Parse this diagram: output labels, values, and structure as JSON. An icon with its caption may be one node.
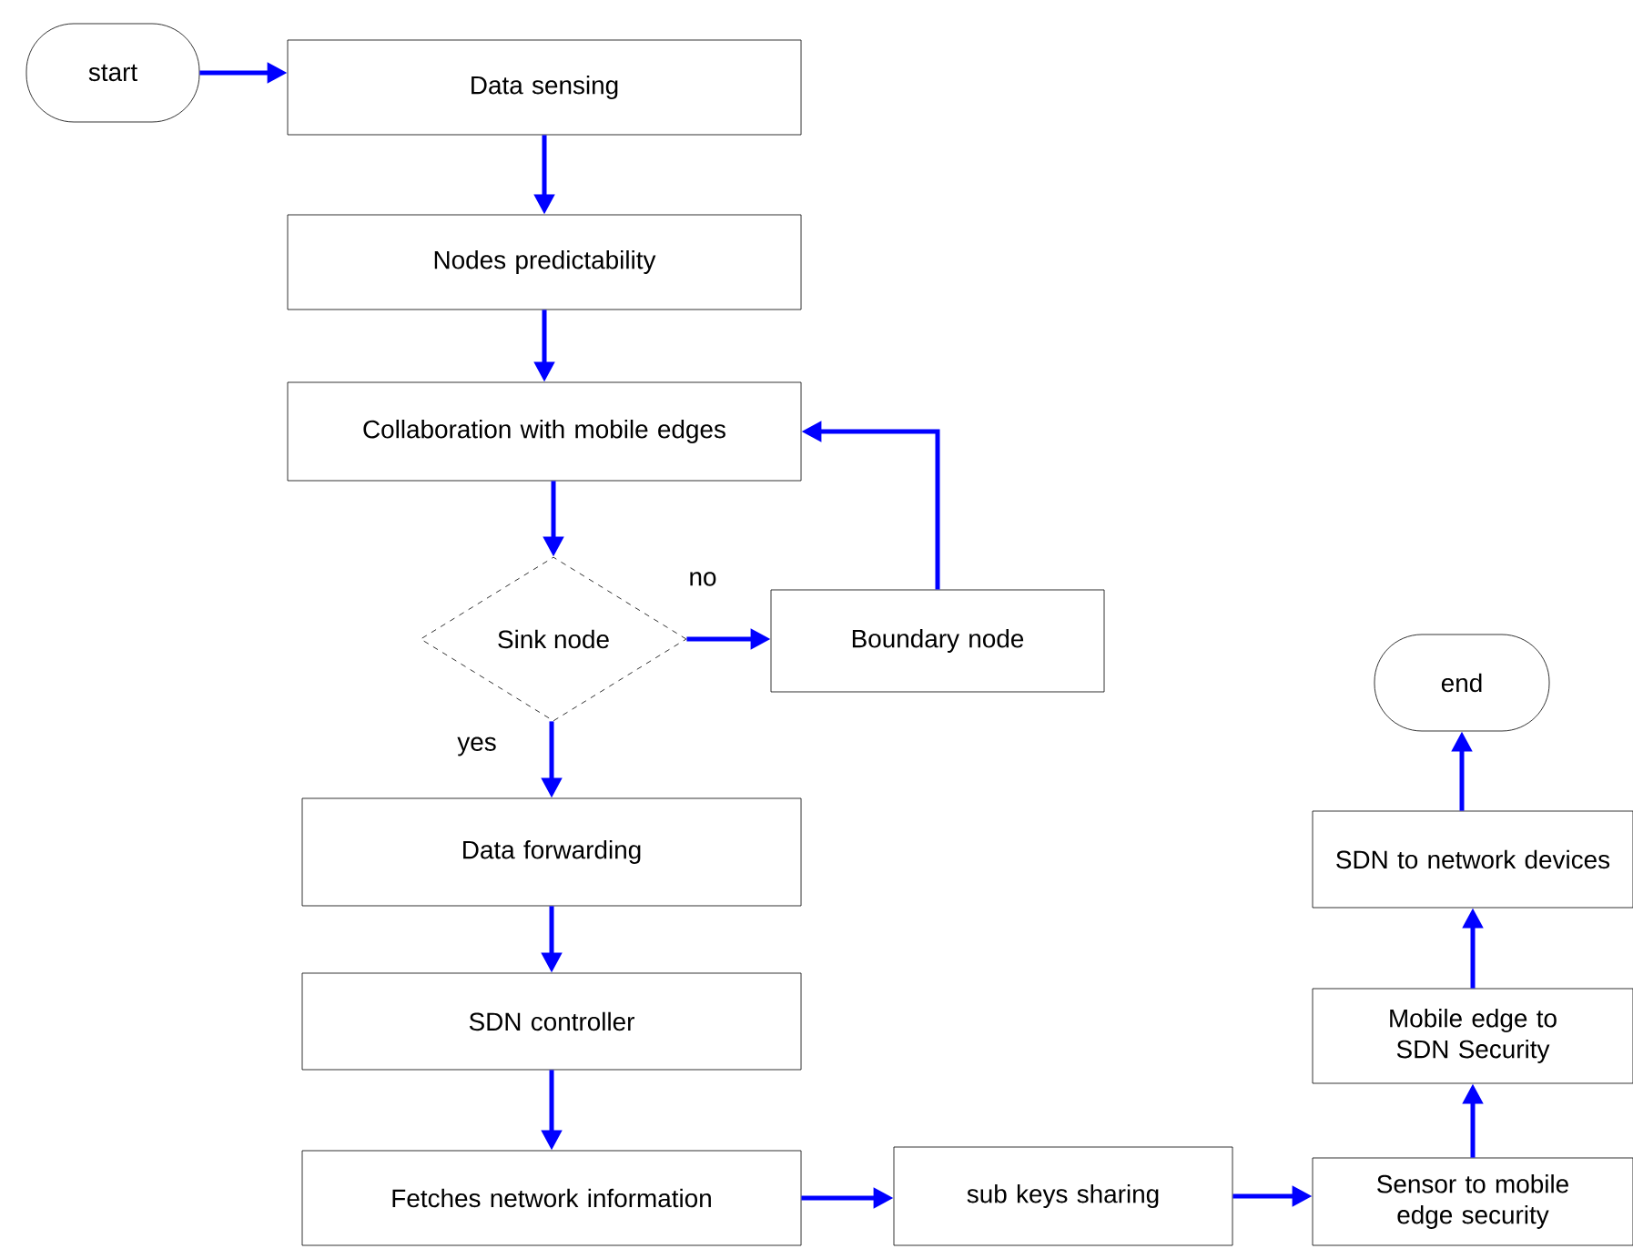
{
  "diagram": {
    "nodes": [
      {
        "text": [
          "start"
        ]
      },
      {
        "text": [
          "Data sensing"
        ]
      },
      {
        "text": [
          "Nodes predictability"
        ]
      },
      {
        "text": [
          "Collaboration with mobile edges"
        ]
      },
      {
        "text": [
          "Sink node"
        ]
      },
      {
        "text": [
          "Boundary node"
        ]
      },
      {
        "text": [
          "Data forwarding"
        ]
      },
      {
        "text": [
          "SDN controller"
        ]
      },
      {
        "text": [
          "Fetches network information"
        ]
      },
      {
        "text": [
          "sub keys sharing"
        ]
      },
      {
        "text": [
          "Sensor to mobile edge security"
        ]
      },
      {
        "text": [
          "Mobile edge to SDN Security"
        ]
      },
      {
        "text": [
          "SDN to network devices"
        ]
      },
      {
        "text": [
          "end"
        ]
      }
    ],
    "edges": [
      {
        "from": 0,
        "to": 1,
        "arrow": "to"
      },
      {
        "from": 1,
        "to": 2,
        "arrow": "to"
      },
      {
        "from": 2,
        "to": 3,
        "arrow": "to"
      },
      {
        "from": 3,
        "to": 4,
        "arrow": "to"
      },
      {
        "from": 4,
        "to": 5,
        "arrow": "to",
        "label": "no"
      },
      {
        "from": 5,
        "to": 3,
        "arrow": "to"
      },
      {
        "from": 4,
        "to": 6,
        "arrow": "to",
        "label": "yes"
      },
      {
        "from": 6,
        "to": 7,
        "arrow": "to"
      },
      {
        "from": 7,
        "to": 8,
        "arrow": "to"
      },
      {
        "from": 8,
        "to": 9,
        "arrow": "to"
      },
      {
        "from": 9,
        "to": 10,
        "arrow": "to"
      },
      {
        "from": 10,
        "to": 11,
        "arrow": "to"
      },
      {
        "from": 11,
        "to": 12,
        "arrow": "to"
      },
      {
        "from": 12,
        "to": 13,
        "arrow": "to"
      }
    ]
  }
}
